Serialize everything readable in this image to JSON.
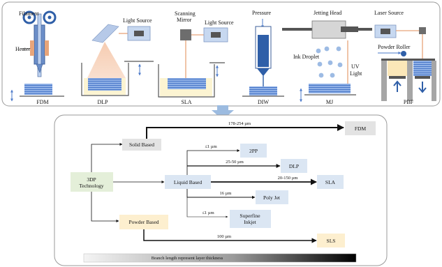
{
  "top_panel": {
    "labels": {
      "filament": "Filament",
      "heater": "Heater",
      "light_source_dlp": "Light Source",
      "scanning_mirror": "Scanning Mirror",
      "light_source_sla": "Light Source",
      "pressure": "Pressure",
      "jetting_head": "Jetting Head",
      "ink_droplet": "Ink Droplet",
      "uv_light": "UV Light",
      "laser_source": "Laser Source",
      "powder_roller": "Powder Roller"
    },
    "captions": [
      "FDM",
      "DLP",
      "SLA",
      "DIW",
      "MJ",
      "PBF"
    ]
  },
  "bottom_panel": {
    "root": "3DP Technology",
    "categories": {
      "solid": "Solid Based",
      "liquid": "Liquid Based",
      "powder": "Powder Based"
    },
    "leaves": {
      "fdm": "FDM",
      "twopp": "2PP",
      "dlp": "DLP",
      "sla": "SLA",
      "polyjet": "Poly Jet",
      "superfine": "Superfine Inkjet",
      "sls": "SLS"
    },
    "thickness": {
      "fdm": "178-254 µm",
      "twopp": "≤1 µm",
      "dlp": "25-50 µm",
      "sla": "20-150 µm",
      "polyjet": "16 µm",
      "superfine": "≤1 µm",
      "sls": "100 µm"
    },
    "legend_note": "Branch length represent layer thickness"
  },
  "colors": {
    "grey_box": "#e3e3e3",
    "green_box": "#e4efd9",
    "blue_box": "#dbe6f3",
    "yellow_box": "#fdefcf",
    "arrow_blue": "#9cbbe0",
    "layer_blue": "#4a78c9"
  }
}
